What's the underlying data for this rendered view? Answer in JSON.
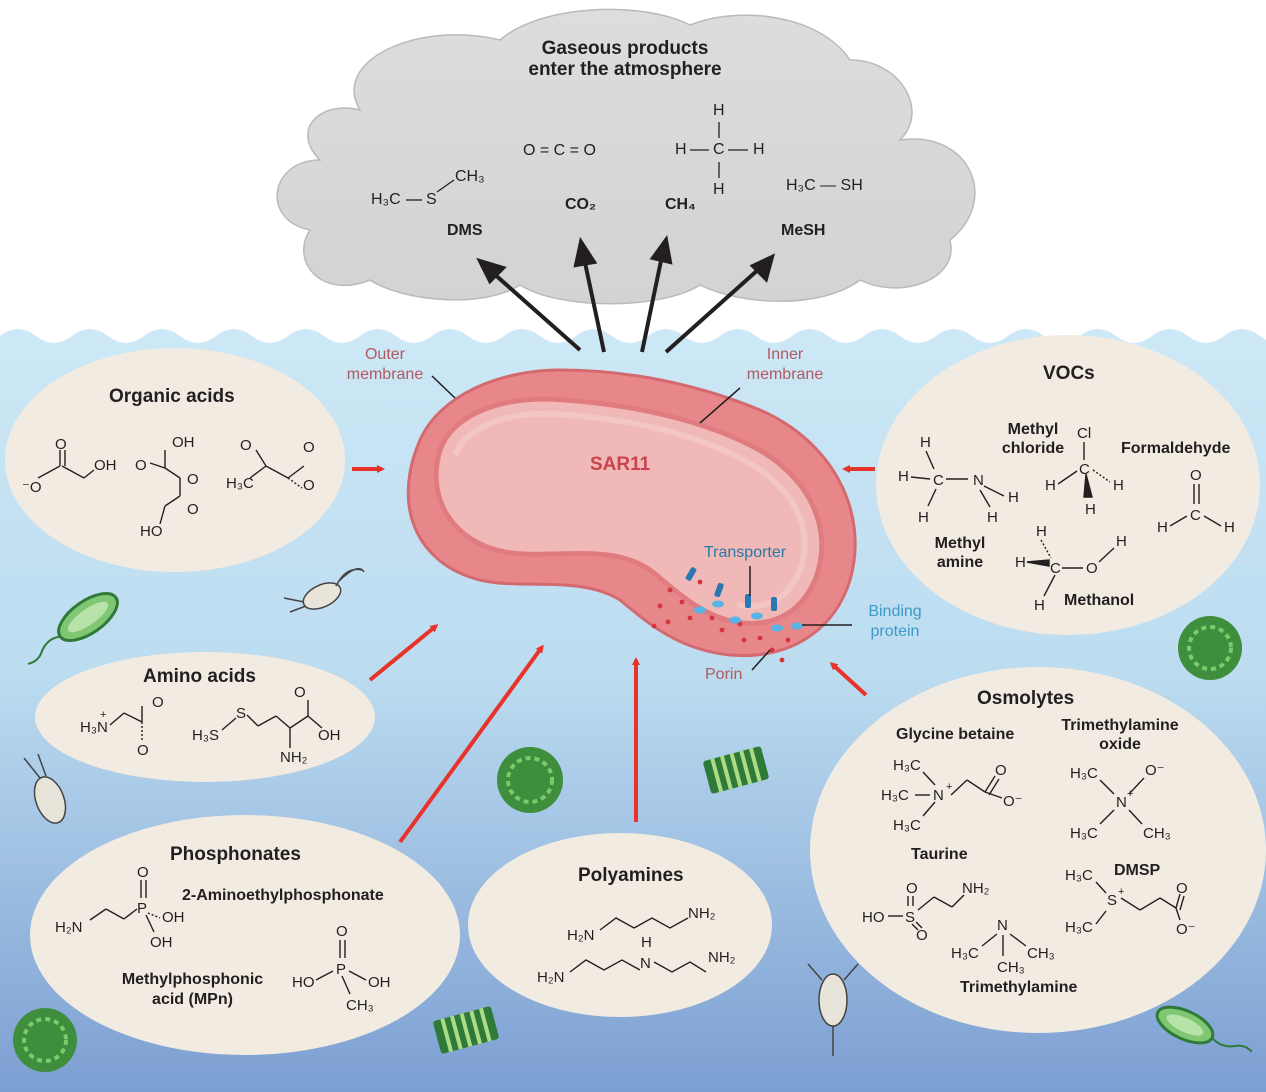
{
  "atmosphere": {
    "title_line1": "Gaseous products",
    "title_line2": "enter the atmosphere",
    "gases": [
      {
        "name": "DMS"
      },
      {
        "name": "CO₂"
      },
      {
        "name": "CH₄"
      },
      {
        "name": "MeSH"
      }
    ],
    "dms_formula": {
      "h3c": "H₃C",
      "s": "S",
      "ch3": "CH₃"
    },
    "co2_formula": "O = C = O",
    "ch4_formula": {
      "h": "H",
      "c": "C"
    },
    "mesh_formula": "H₃C — SH"
  },
  "cell": {
    "name": "SAR11",
    "outer_membrane_line1": "Outer",
    "outer_membrane_line2": "membrane",
    "inner_membrane_line1": "Inner",
    "inner_membrane_line2": "membrane",
    "transporter": "Transporter",
    "binding_protein_line1": "Binding",
    "binding_protein_line2": "protein",
    "porin": "Porin"
  },
  "groups": {
    "organic_acids": {
      "title": "Organic acids"
    },
    "amino_acids": {
      "title": "Amino acids"
    },
    "phosphonates": {
      "title": "Phosphonates",
      "compound1": "2-Aminoethylphosphonate",
      "compound2_line1": "Methylphosphonic",
      "compound2_line2": "acid (MPn)"
    },
    "polyamines": {
      "title": "Polyamines"
    },
    "vocs": {
      "title": "VOCs",
      "methyl_chloride_line1": "Methyl",
      "methyl_chloride_line2": "chloride",
      "formaldehyde": "Formaldehyde",
      "methyl_amine_line1": "Methyl",
      "methyl_amine_line2": "amine",
      "methanol": "Methanol"
    },
    "osmolytes": {
      "title": "Osmolytes",
      "glycine_betaine": "Glycine betaine",
      "tmao_line1": "Trimethylamine",
      "tmao_line2": "oxide",
      "taurine": "Taurine",
      "dmsp": "DMSP",
      "trimethylamine": "Trimethylamine"
    }
  },
  "colors": {
    "cloud": "#d9dadb",
    "ocean_top": "#cfe9f7",
    "ocean_bottom": "#7fa3d4",
    "ellipse": "#f1ebe2",
    "cell": "#e8868a",
    "arrow_red": "#e8332a",
    "arrow_black": "#231f20"
  }
}
